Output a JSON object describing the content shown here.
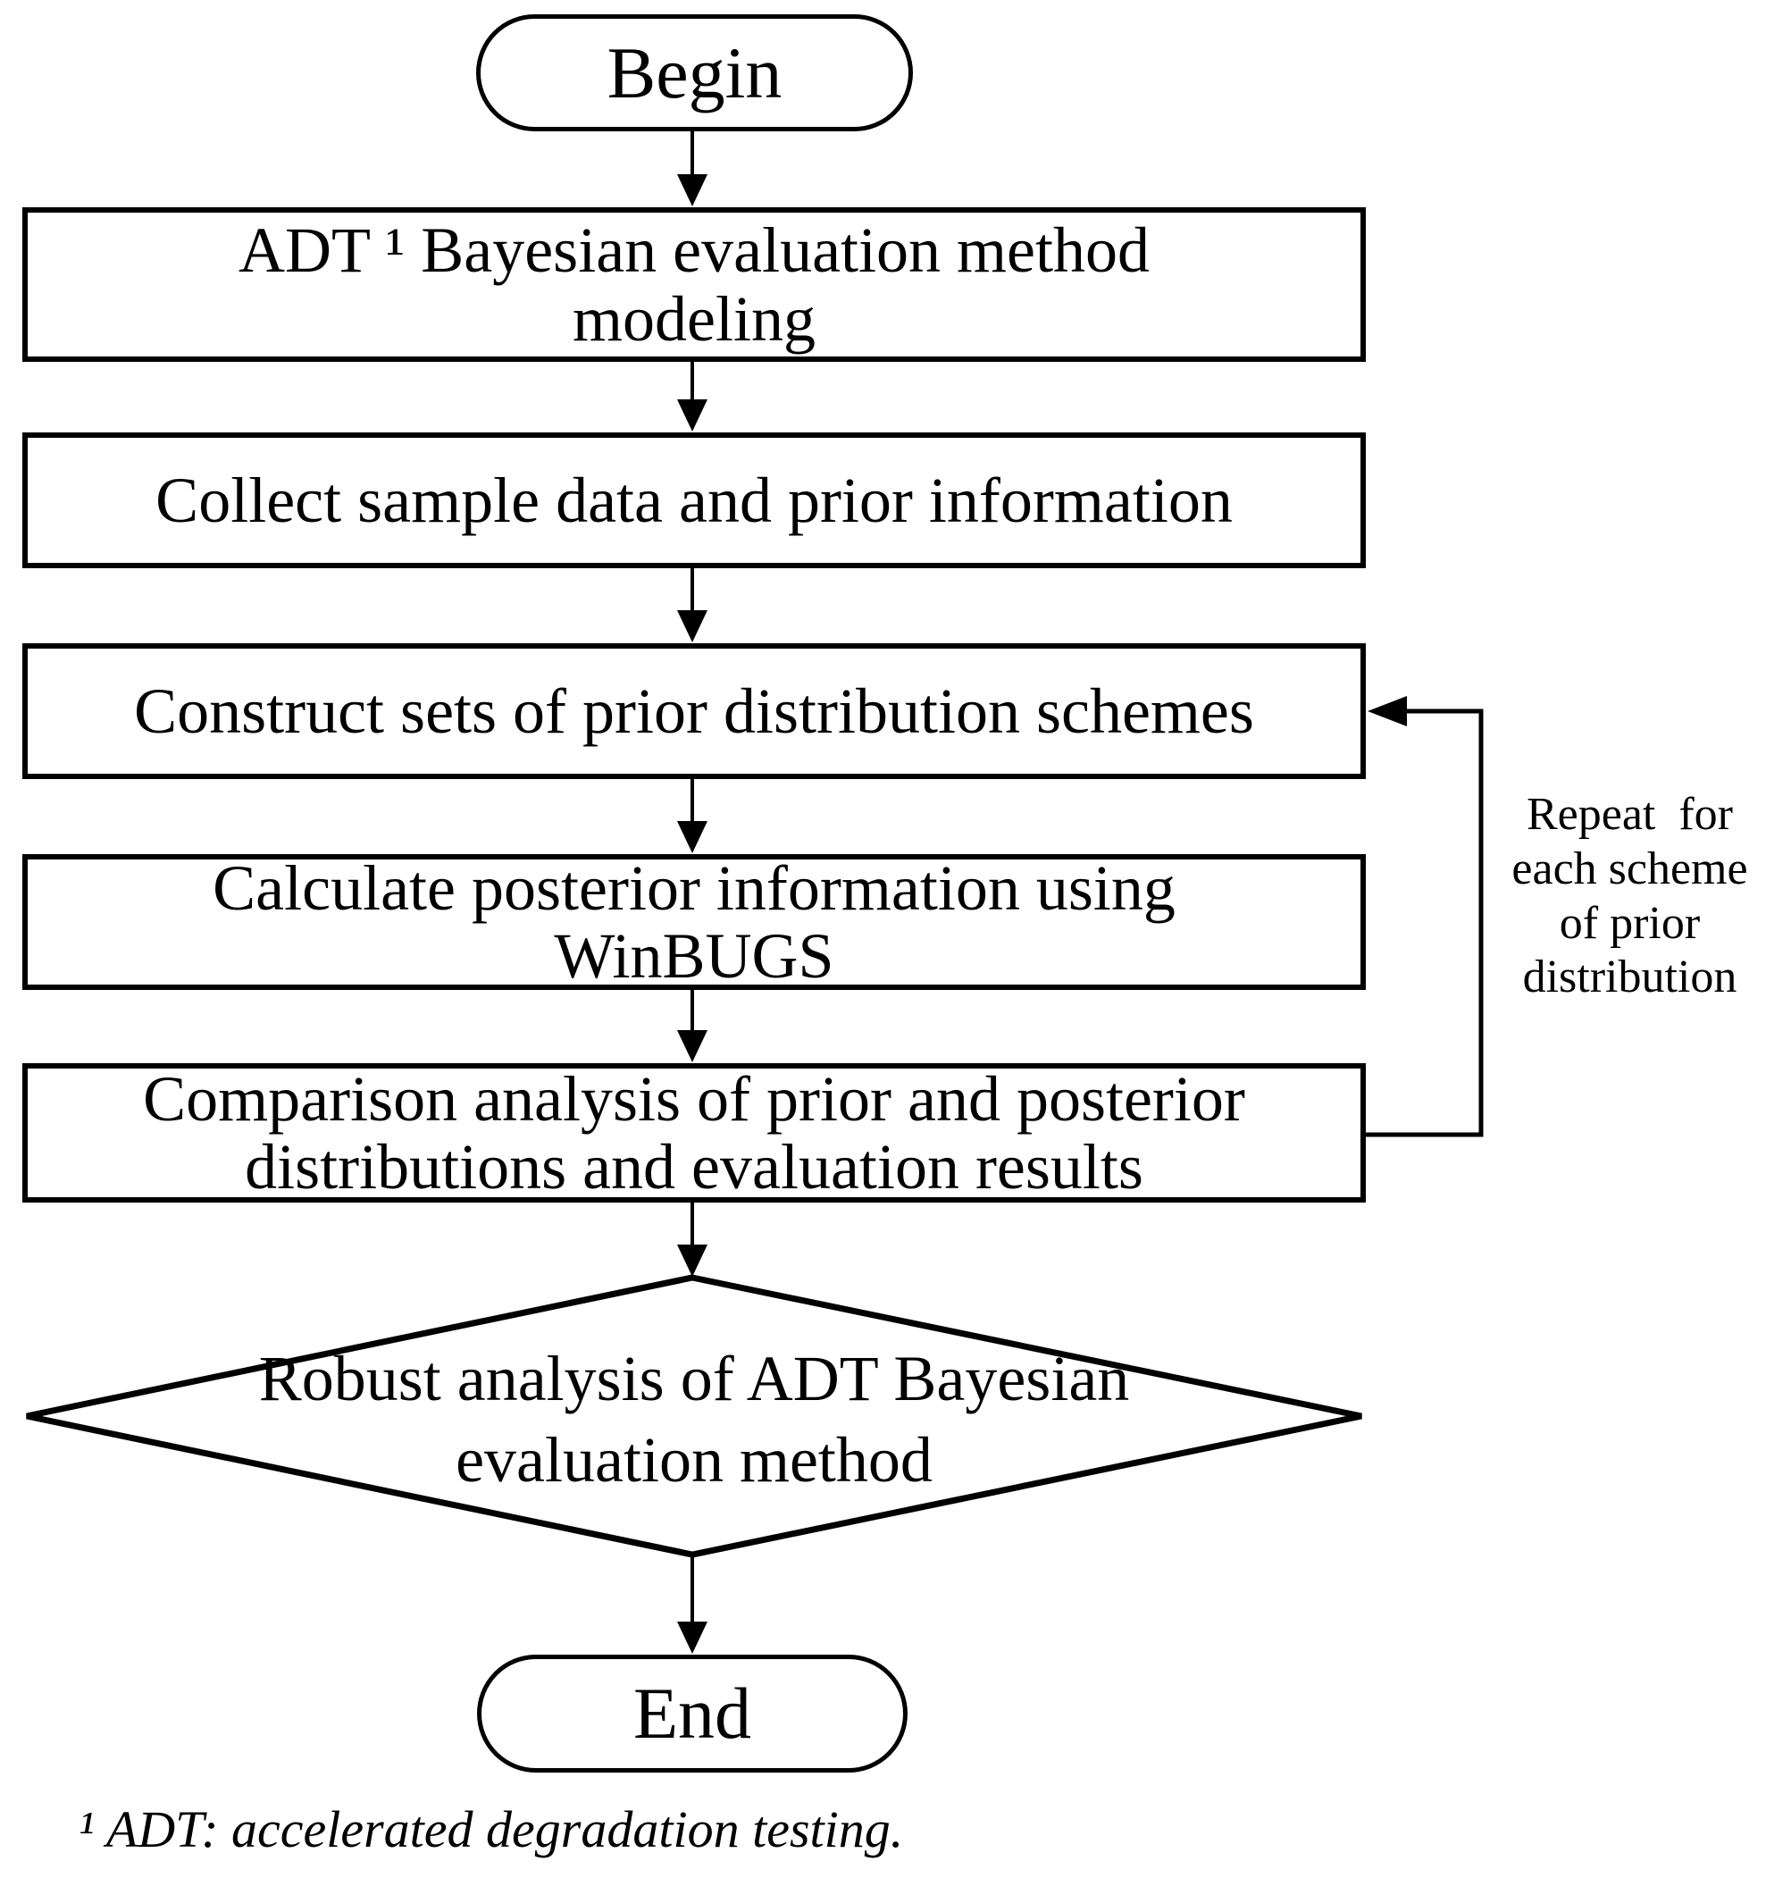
{
  "nodes": {
    "begin": {
      "label": "Begin"
    },
    "modeling": {
      "line1": "ADT ¹ Bayesian evaluation method",
      "line2": "modeling"
    },
    "collect": {
      "line1": "Collect sample data and prior information"
    },
    "construct": {
      "line1": "Construct sets of prior distribution schemes"
    },
    "calculate": {
      "line1": "Calculate posterior information using",
      "line2": "WinBUGS"
    },
    "comparison": {
      "line1": "Comparison analysis of prior and posterior",
      "line2": "distributions and evaluation results"
    },
    "decision": {
      "line1": "Robust analysis of ADT Bayesian",
      "line2": "evaluation method"
    },
    "end": {
      "label": "End"
    }
  },
  "annotations": {
    "repeat_loop": {
      "line1": "Repeat  for",
      "line2": "each scheme",
      "line3": "of prior",
      "line4": "distribution"
    },
    "footnote": "¹ ADT: accelerated degradation testing."
  },
  "colors": {
    "stroke": "#000000",
    "background": "#ffffff"
  }
}
